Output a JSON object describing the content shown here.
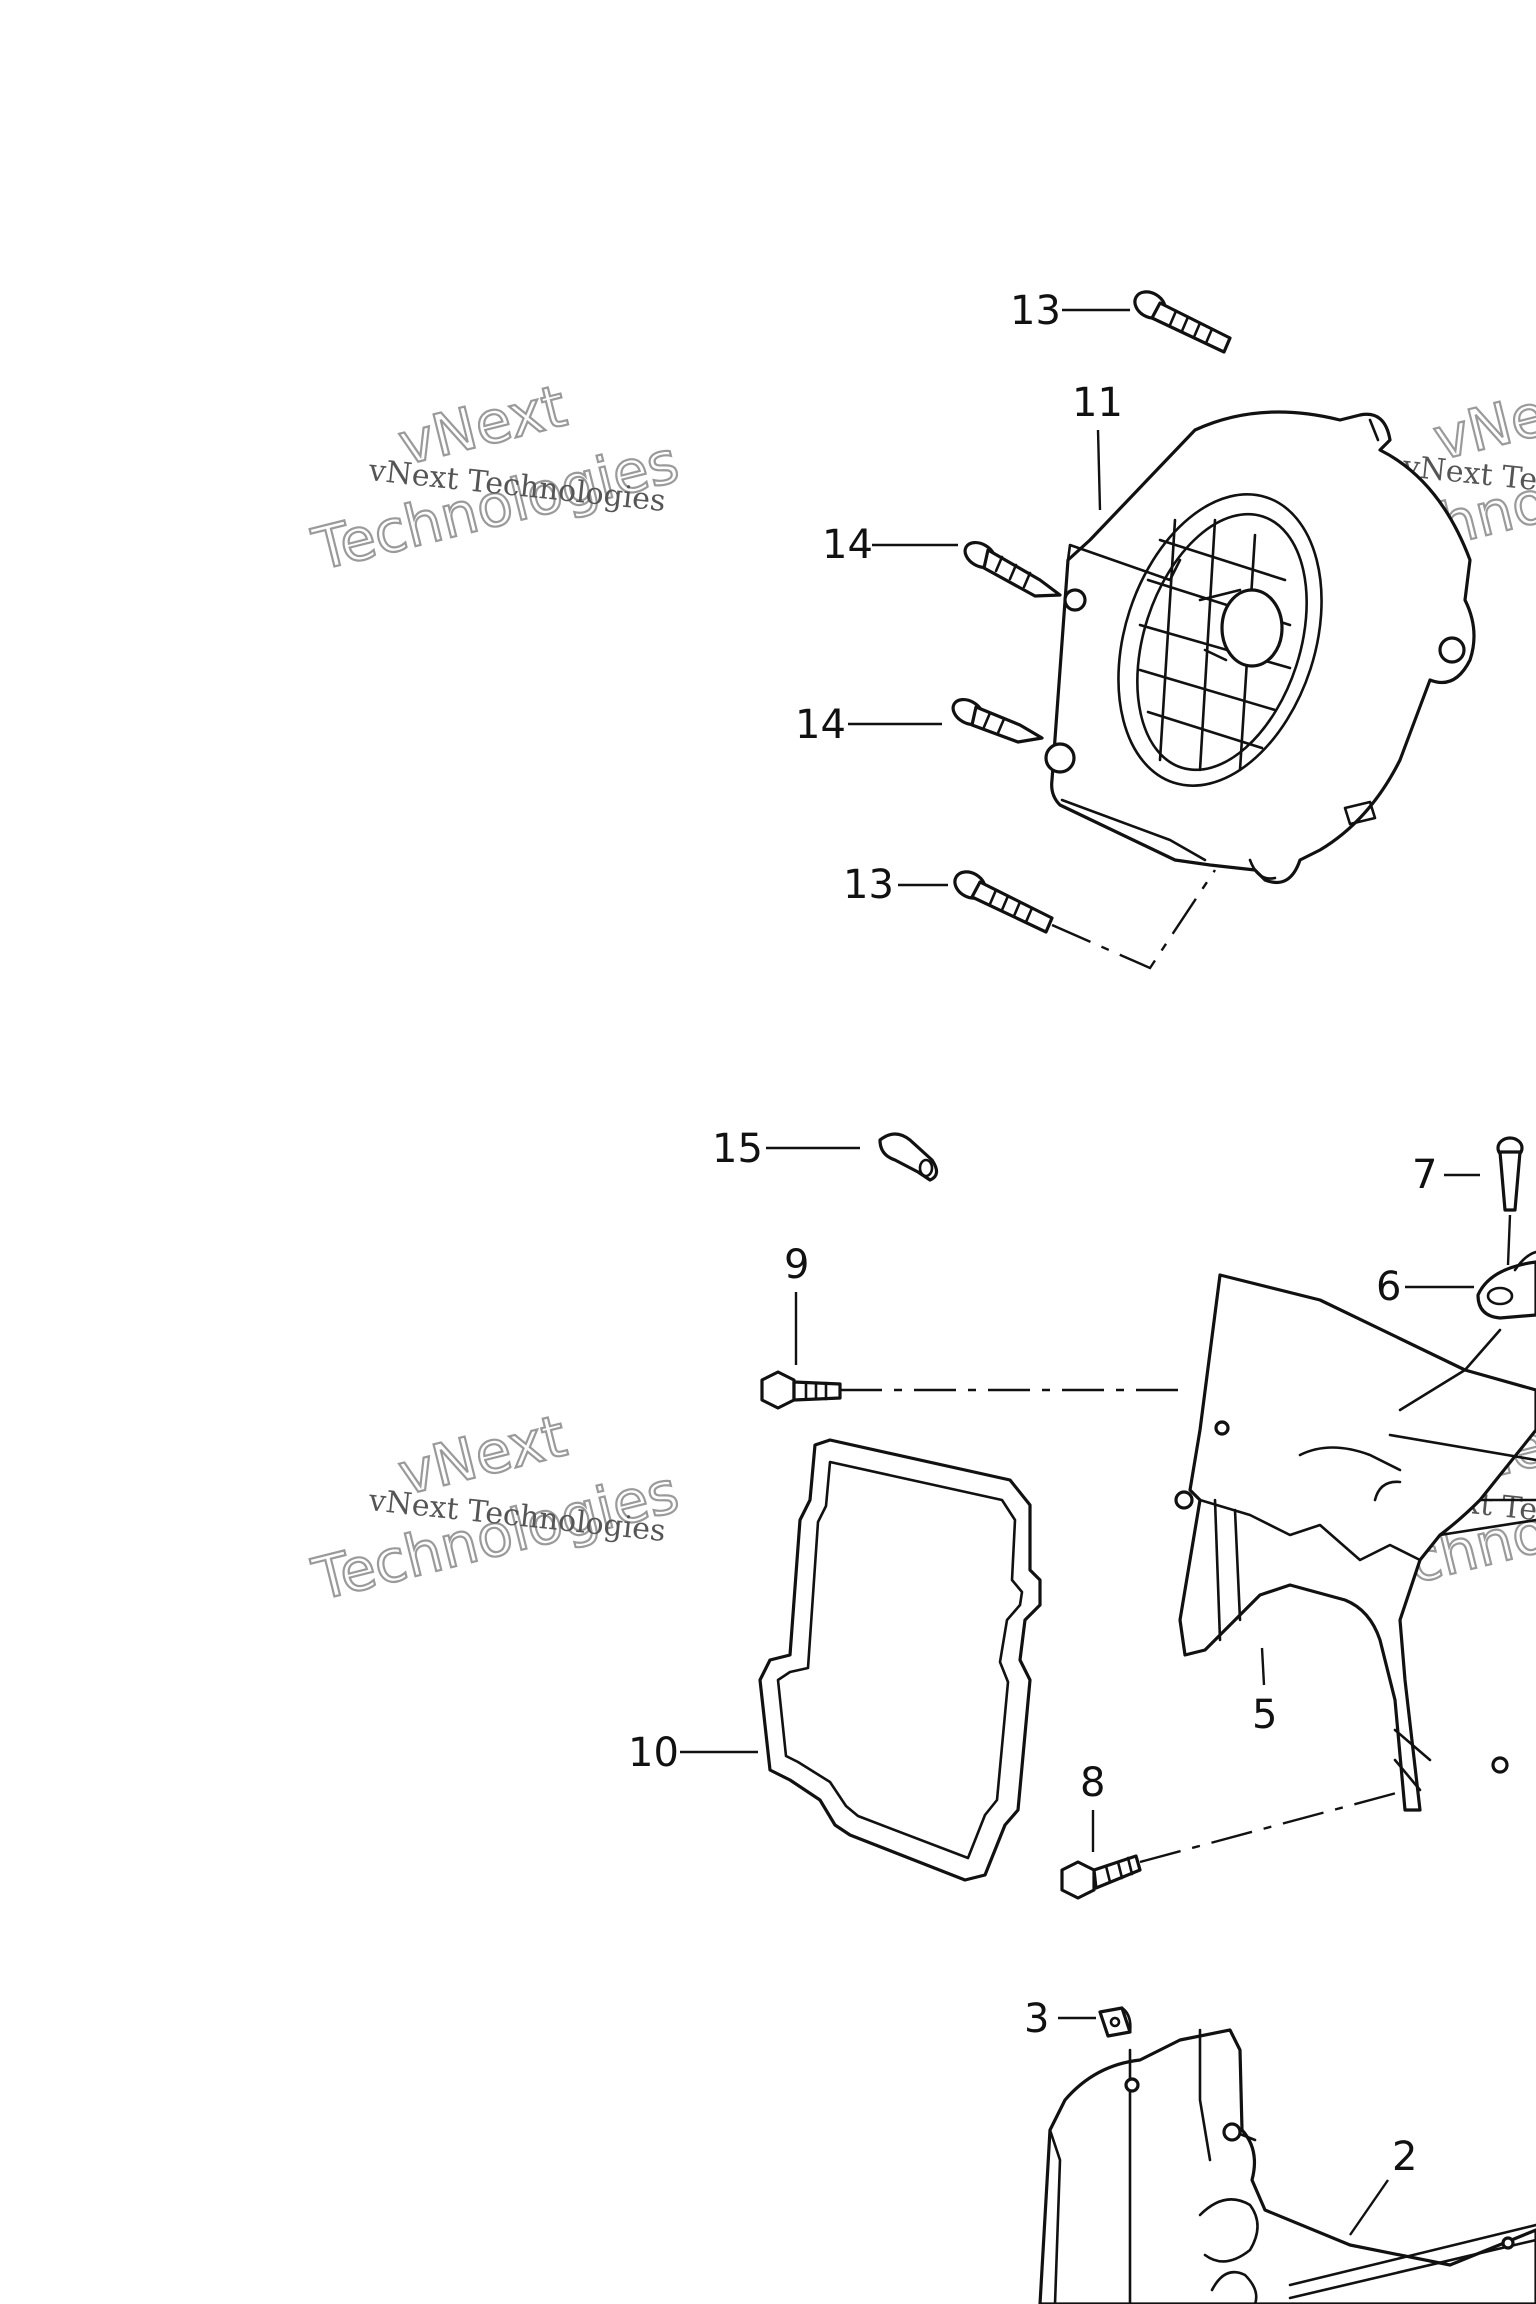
{
  "diagram": {
    "watermark": {
      "line1": "vNext Technologies",
      "line2a": "vNext",
      "line2b": "Technologies",
      "edge_fragment": "vNext Te"
    },
    "callouts": [
      {
        "id": "13a",
        "label": "13"
      },
      {
        "id": "11",
        "label": "11"
      },
      {
        "id": "14a",
        "label": "14"
      },
      {
        "id": "14b",
        "label": "14"
      },
      {
        "id": "13b",
        "label": "13"
      },
      {
        "id": "15",
        "label": "15"
      },
      {
        "id": "7",
        "label": "7"
      },
      {
        "id": "6",
        "label": "6"
      },
      {
        "id": "9",
        "label": "9"
      },
      {
        "id": "5",
        "label": "5"
      },
      {
        "id": "10",
        "label": "10"
      },
      {
        "id": "8",
        "label": "8"
      },
      {
        "id": "3",
        "label": "3"
      },
      {
        "id": "2",
        "label": "2"
      }
    ]
  }
}
